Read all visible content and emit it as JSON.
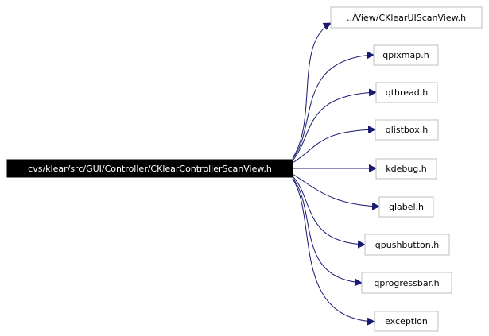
{
  "source": {
    "label": "cvs/klear/src/GUI/Controller/CKlearControllerScanView.h",
    "fill": "#000000",
    "text_color": "#ffffff"
  },
  "includes": [
    {
      "id": "view",
      "label": "../View/CKlearUIScanView.h"
    },
    {
      "id": "qpixmap",
      "label": "qpixmap.h"
    },
    {
      "id": "qthread",
      "label": "qthread.h"
    },
    {
      "id": "qlistbox",
      "label": "qlistbox.h"
    },
    {
      "id": "kdebug",
      "label": "kdebug.h"
    },
    {
      "id": "qlabel",
      "label": "qlabel.h"
    },
    {
      "id": "qpushbutton",
      "label": "qpushbutton.h"
    },
    {
      "id": "qprogressbar",
      "label": "qprogressbar.h"
    },
    {
      "id": "exception",
      "label": "exception"
    }
  ],
  "colors": {
    "edge": "#191970",
    "node_border": "#bfbfbf",
    "node_fill": "#ffffff",
    "node_text": "#000000"
  }
}
